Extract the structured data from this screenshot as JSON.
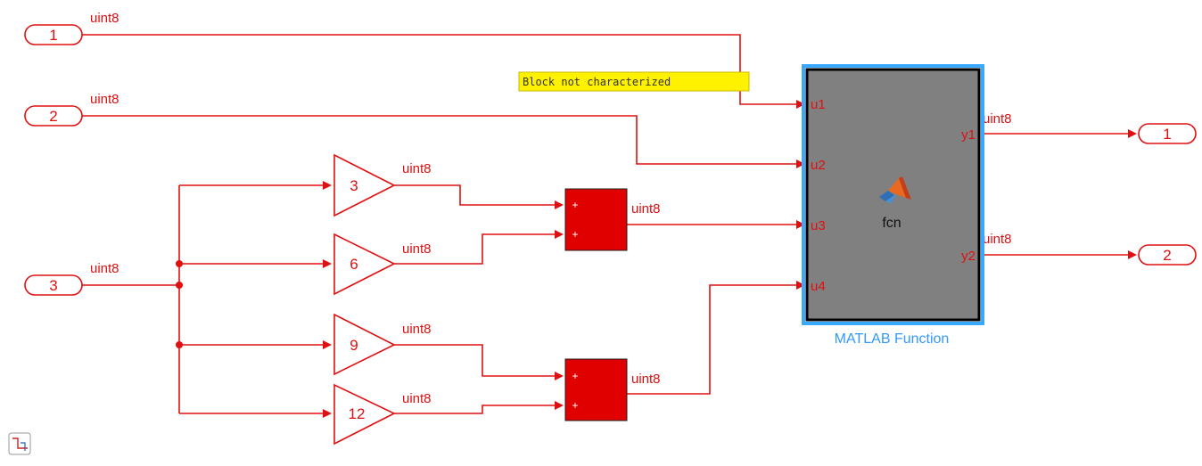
{
  "inports": [
    {
      "number": "1",
      "signal_type": "uint8"
    },
    {
      "number": "2",
      "signal_type": "uint8"
    },
    {
      "number": "3",
      "signal_type": "uint8"
    }
  ],
  "gains": [
    {
      "value": "3",
      "signal_type": "uint8"
    },
    {
      "value": "6",
      "signal_type": "uint8"
    },
    {
      "value": "9",
      "signal_type": "uint8"
    },
    {
      "value": "12",
      "signal_type": "uint8"
    }
  ],
  "sums": [
    {
      "signs": [
        "+",
        "+"
      ],
      "signal_type": "uint8"
    },
    {
      "signs": [
        "+",
        "+"
      ],
      "signal_type": "uint8"
    }
  ],
  "matlab_function": {
    "inputs": [
      "u1",
      "u2",
      "u3",
      "u4"
    ],
    "outputs": [
      "y1",
      "y2"
    ],
    "function_name": "fcn",
    "caption": "MATLAB Function",
    "output_signal_types": [
      "uint8",
      "uint8"
    ]
  },
  "outports": [
    {
      "number": "1"
    },
    {
      "number": "2"
    }
  ],
  "tooltip": {
    "text": "Block not characterized"
  },
  "colors": {
    "signal": "#e01010",
    "selection": "#39a9ff",
    "sum_fill": "#e00000",
    "tooltip_bg": "#fff200"
  }
}
